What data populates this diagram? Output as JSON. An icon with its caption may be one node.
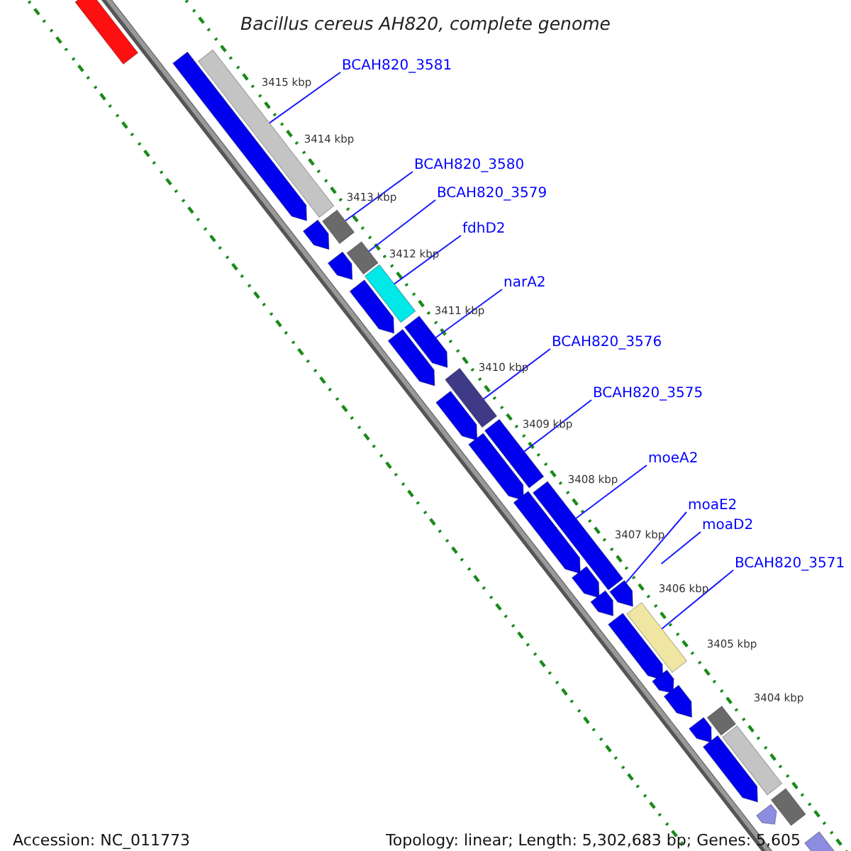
{
  "diagram": {
    "title": "Bacillus cereus AH820, complete genome",
    "nodes": [
      {
        "text": [
          "BCAH820_3581"
        ]
      },
      {
        "text": [
          "BCAH820_3580"
        ]
      },
      {
        "text": [
          "BCAH820_3579"
        ]
      },
      {
        "text": [
          "fdhD2"
        ]
      },
      {
        "text": [
          "narA2"
        ]
      },
      {
        "text": [
          "BCAH820_3576"
        ]
      },
      {
        "text": [
          "BCAH820_3575"
        ]
      },
      {
        "text": [
          "moeA2"
        ]
      },
      {
        "text": [
          "moaE2"
        ]
      },
      {
        "text": [
          "moaD2"
        ]
      },
      {
        "text": [
          "BCAH820_3571"
        ]
      },
      {
        "text": [],
        "shape": "bar"
      },
      {
        "text": [],
        "shape": "arrow"
      },
      {
        "text": [],
        "shape": "bar"
      },
      {
        "text": [],
        "shape": "arrow"
      },
      {
        "text": [],
        "shape": "bar"
      },
      {
        "text": [],
        "shape": "arrow"
      },
      {
        "text": [],
        "shape": "bar"
      },
      {
        "text": [],
        "shape": "bar"
      },
      {
        "text": [],
        "shape": "arrow"
      },
      {
        "text": [],
        "shape": "arrow"
      },
      {
        "text": [],
        "shape": "arrow"
      },
      {
        "text": [],
        "shape": "bar"
      },
      {
        "text": [],
        "shape": "arrow"
      },
      {
        "text": [],
        "shape": "bar"
      },
      {
        "text": [],
        "shape": "arrow"
      },
      {
        "text": [],
        "shape": "arrow"
      },
      {
        "text": [],
        "shape": "bar"
      },
      {
        "text": [],
        "shape": "arrow"
      },
      {
        "text": [],
        "shape": "arrow"
      },
      {
        "text": [],
        "shape": "arrow"
      },
      {
        "text": [],
        "shape": "arrow"
      },
      {
        "text": [],
        "shape": "bar"
      },
      {
        "text": [],
        "shape": "arrow"
      },
      {
        "text": [],
        "shape": "arrow"
      },
      {
        "text": [],
        "shape": "arrow"
      },
      {
        "text": [],
        "shape": "bar"
      },
      {
        "text": [],
        "shape": "arrow"
      },
      {
        "text": [],
        "shape": "bar"
      },
      {
        "text": [],
        "shape": "bar"
      },
      {
        "text": [],
        "shape": "arrow"
      },
      {
        "text": [],
        "shape": "bar"
      }
    ],
    "edges": [
      {
        "from": 0,
        "to": 13,
        "arrow": "none"
      },
      {
        "from": 1,
        "to": 15,
        "arrow": "none"
      },
      {
        "from": 2,
        "to": 17,
        "arrow": "none"
      },
      {
        "from": 3,
        "to": 18,
        "arrow": "none"
      },
      {
        "from": 4,
        "to": 20,
        "arrow": "none"
      },
      {
        "from": 5,
        "to": 22,
        "arrow": "none"
      },
      {
        "from": 6,
        "to": 24,
        "arrow": "none"
      },
      {
        "from": 7,
        "to": 27,
        "arrow": "none"
      },
      {
        "from": 8,
        "to": 30,
        "arrow": "none"
      },
      {
        "from": 9,
        "to": null,
        "arrow": "none"
      },
      {
        "from": 10,
        "to": 32,
        "arrow": "none"
      }
    ],
    "labels": [
      "3415 kbp",
      "3414 kbp",
      "3413 kbp",
      "3412 kbp",
      "3411 kbp",
      "3410 kbp",
      "3409 kbp",
      "3408 kbp",
      "3407 kbp",
      "3406 kbp",
      "3405 kbp",
      "3404 kbp",
      "Accession: NC_011773",
      "Topology: linear; Length: 5,302,683 bp; Genes: 5,605"
    ]
  }
}
